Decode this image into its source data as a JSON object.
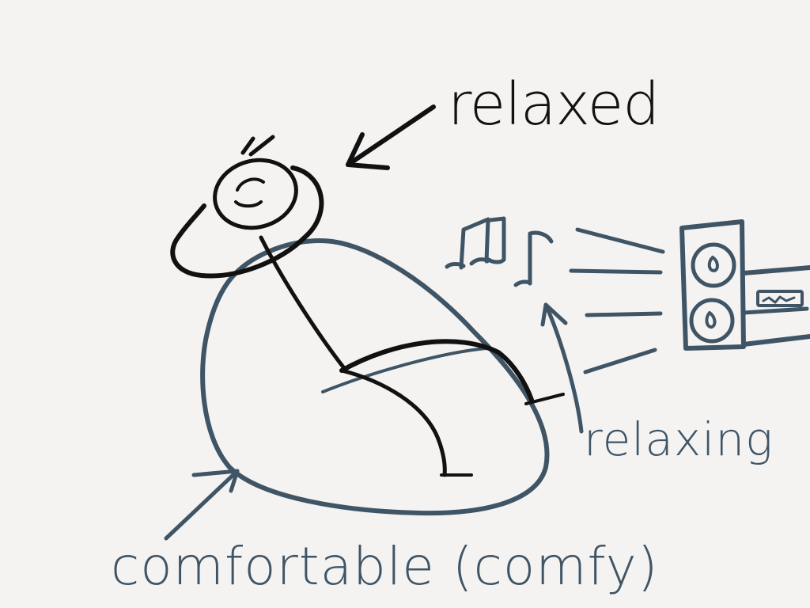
{
  "labels": {
    "relaxed": "relaxed",
    "relaxing": "relaxing",
    "comfortable": "comfortable (comfy)"
  },
  "colors": {
    "background": "#f4f3f1",
    "black_ink": "#111111",
    "blue_ink": "#3f5566"
  },
  "icons": [
    "music-notes-icon",
    "speaker-icon",
    "stereo-unit-icon",
    "beanbag-chair",
    "stick-figure-person"
  ]
}
